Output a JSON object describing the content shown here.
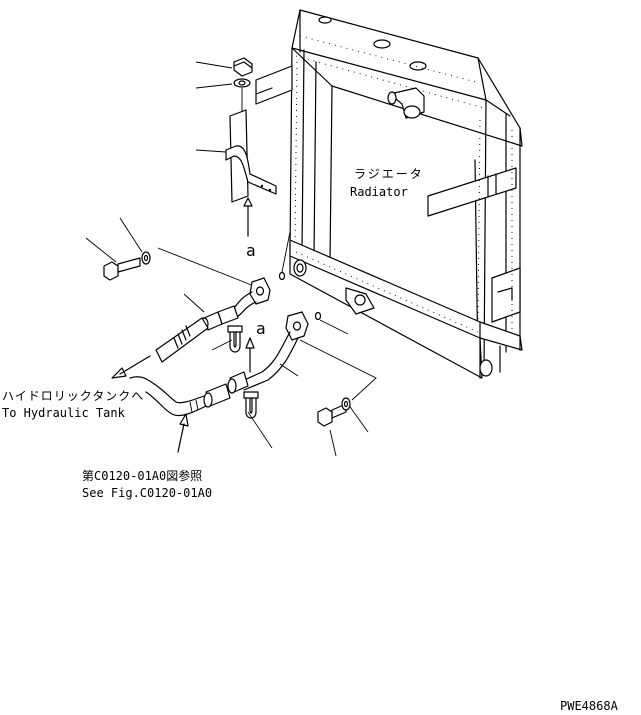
{
  "labels": {
    "radiator_jp": "ラジエータ",
    "radiator_en": "Radiator",
    "hydraulic_tank_jp": "ハイドロリックタンクへ",
    "hydraulic_tank_en": "To Hydraulic Tank",
    "see_fig_jp": "第C0120-01A0図参照",
    "see_fig_en": "See Fig.C0120-01A0",
    "ref_a_upper": "a",
    "ref_a_lower": "a",
    "drawing_code": "PWE4868A"
  }
}
